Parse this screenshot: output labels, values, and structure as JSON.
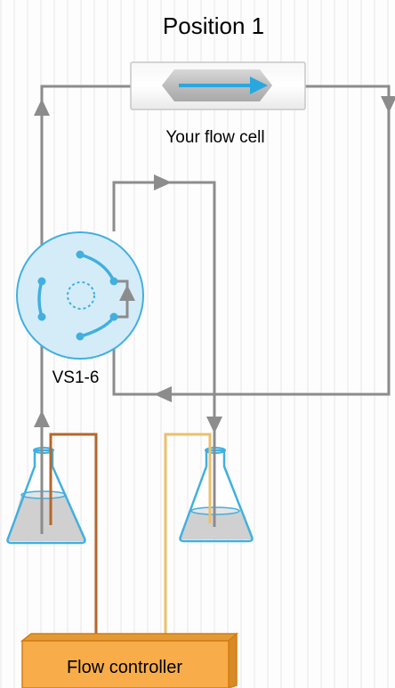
{
  "title": "Position 1",
  "flow_cell": {
    "label": "Your flow cell"
  },
  "valve": {
    "label": "VS1-6"
  },
  "controller": {
    "label": "Flow controller"
  },
  "colors": {
    "tubing": "#8c8c8c",
    "valve_fill": "#d4ecf8",
    "valve_accent": "#41afe0",
    "flow_cell_arrow": "#2aa7df",
    "liquid": "#d0d0d0",
    "line_left_supply": "#b5672a",
    "line_right_supply": "#ecc06a",
    "controller_fill": "#f8ad4a",
    "controller_border": "#d27d12"
  }
}
